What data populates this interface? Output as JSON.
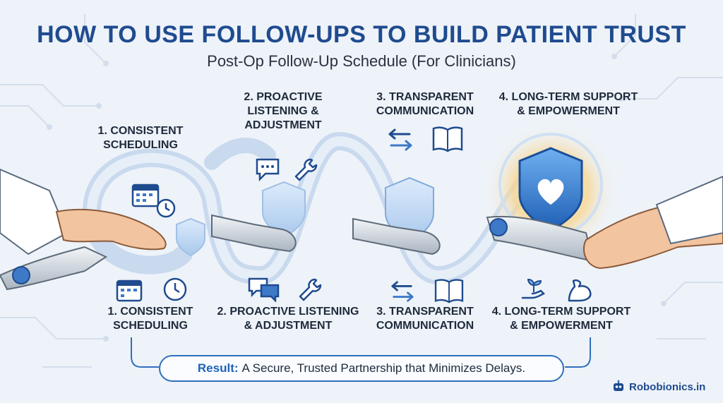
{
  "header": {
    "title": "HOW TO USE FOLLOW-UPS TO BUILD PATIENT TRUST",
    "subtitle": "Post-Op Follow-Up Schedule (For Clinicians)"
  },
  "steps_top": [
    {
      "line1": "1. CONSISTENT",
      "line2": "SCHEDULING",
      "line3": ""
    },
    {
      "line1": "2. PROACTIVE",
      "line2": "LISTENING &",
      "line3": "ADJUSTMENT"
    },
    {
      "line1": "3. TRANSPARENT",
      "line2": "COMMUNICATION",
      "line3": ""
    },
    {
      "line1": "4. LONG-TERM SUPPORT",
      "line2": "& EMPOWERMENT",
      "line3": ""
    }
  ],
  "steps_bottom": [
    {
      "line1": "1. CONSISTENT",
      "line2": "SCHEDULING"
    },
    {
      "line1": "2. PROACTIVE LISTENING",
      "line2": "& ADJUSTMENT"
    },
    {
      "line1": "3. TRANSPARENT",
      "line2": "COMMUNICATION"
    },
    {
      "line1": "4. LONG-TERM SUPPORT",
      "line2": "& EMPOWERMENT"
    }
  ],
  "icons": [
    "calendar-icon",
    "clock-icon",
    "chat-bubble-icon",
    "wrench-icon",
    "exchange-arrows-icon",
    "book-icon",
    "shield-heart-icon",
    "plant-hand-icon",
    "flexed-arm-icon"
  ],
  "result": {
    "label": "Result:",
    "text": "A Secure, Trusted Partnership that Minimizes Delays."
  },
  "brand": {
    "name": "Robobionics.in"
  },
  "colors": {
    "title": "#1f4b8f",
    "accent": "#2f6fbf",
    "ribbon": "#b9cde6",
    "glow": "#f6c978",
    "heart": "#ffffff"
  }
}
